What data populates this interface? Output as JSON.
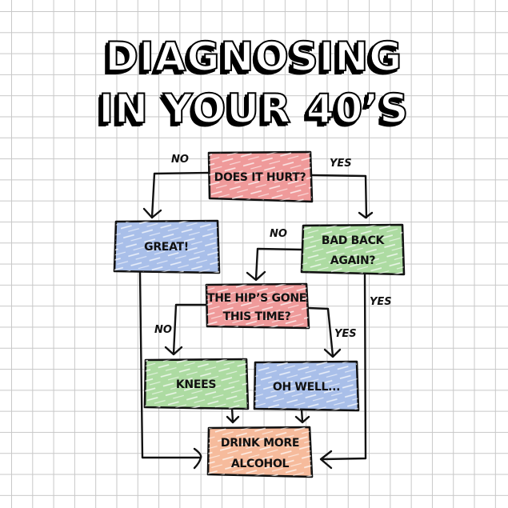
{
  "title": {
    "line1": "DIAGNOSING",
    "line2": "IN YOUR 40’S"
  },
  "colors": {
    "pink": "#ef9a9a",
    "blue": "#a9bfe9",
    "green": "#addba2",
    "orange": "#f6bb9c",
    "grid": "#c8c8c8",
    "ink": "#111111"
  },
  "nodes": {
    "does_it_hurt": {
      "line1": "DOES IT HURT?",
      "color": "pink"
    },
    "great": {
      "line1": "GREAT!",
      "color": "blue"
    },
    "bad_back": {
      "line1": "BAD BACK",
      "line2": "AGAIN?",
      "color": "green"
    },
    "hips_gone": {
      "line1": "THE HIP’S GONE",
      "line2": "THIS TIME?",
      "color": "pink"
    },
    "knees": {
      "line1": "KNEES",
      "color": "green"
    },
    "oh_well": {
      "line1": "OH WELL...",
      "color": "blue"
    },
    "drink_more": {
      "line1": "DRINK MORE",
      "line2": "ALCOHOL",
      "color": "orange"
    }
  },
  "edges": {
    "hurt_no": "NO",
    "hurt_yes": "YES",
    "back_no": "NO",
    "back_yes": "YES",
    "hips_no": "NO",
    "hips_yes": "YES"
  }
}
